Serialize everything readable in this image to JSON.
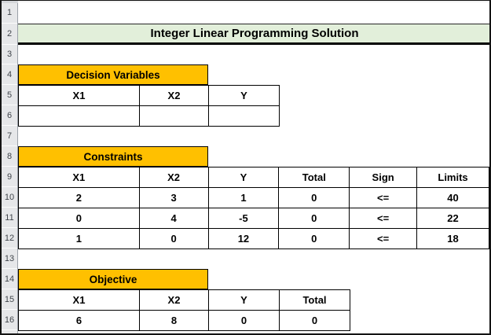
{
  "title": "Integer Linear Programming Solution",
  "row_numbers": [
    "1",
    "2",
    "3",
    "4",
    "5",
    "6",
    "7",
    "8",
    "9",
    "10",
    "11",
    "12",
    "13",
    "14",
    "15",
    "16"
  ],
  "colors": {
    "section_header_bg": "#FFC000",
    "x1_header_bg": "#B4C6E7",
    "x2_header_bg": "#F8CBAD",
    "y_header_bg": "#FFE699",
    "total_header_bg": "#F4B183",
    "sign_header_bg": "#7F7F7F",
    "limits_header_bg": "#538135",
    "title_bg": "#E2EFDA"
  },
  "decision_variables": {
    "section_label": "Decision Variables",
    "columns": [
      "X1",
      "X2",
      "Y"
    ],
    "values": [
      "",
      "",
      ""
    ]
  },
  "constraints": {
    "section_label": "Constraints",
    "columns": [
      "X1",
      "X2",
      "Y",
      "Total",
      "Sign",
      "Limits"
    ],
    "rows": [
      [
        "2",
        "3",
        "1",
        "0",
        "<=",
        "40"
      ],
      [
        "0",
        "4",
        "-5",
        "0",
        "<=",
        "22"
      ],
      [
        "1",
        "0",
        "12",
        "0",
        "<=",
        "18"
      ]
    ]
  },
  "objective": {
    "section_label": "Objective",
    "columns": [
      "X1",
      "X2",
      "Y",
      "Total"
    ],
    "values": [
      "6",
      "8",
      "0",
      "0"
    ]
  }
}
